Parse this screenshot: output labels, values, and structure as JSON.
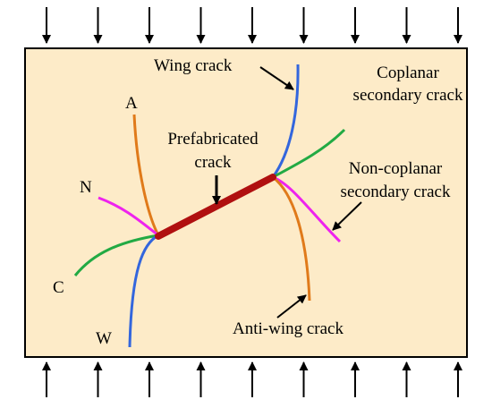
{
  "colors": {
    "specimen_fill": "#fdebc8",
    "specimen_border": "#000000",
    "prefabricated_crack": "#b01010",
    "wing_crack": "#3366dd",
    "anti_wing_crack": "#e07a1a",
    "coplanar_secondary_crack": "#22aa44",
    "non_coplanar_secondary_crack": "#ee22ee",
    "arrow": "#000000"
  },
  "labels": {
    "wing_crack": "Wing crack",
    "coplanar_line1": "Coplanar",
    "coplanar_line2": "secondary crack",
    "prefab_line1": "Prefabricated",
    "prefab_line2": "crack",
    "noncoplanar_line1": "Non-coplanar",
    "noncoplanar_line2": "secondary crack",
    "anti_wing_crack": "Anti-wing crack",
    "letter_A": "A",
    "letter_N": "N",
    "letter_C": "C",
    "letter_W": "W"
  },
  "load": {
    "top_arrow_count": 9,
    "bottom_arrow_count": 9,
    "top_direction": "down",
    "bottom_direction": "up"
  }
}
